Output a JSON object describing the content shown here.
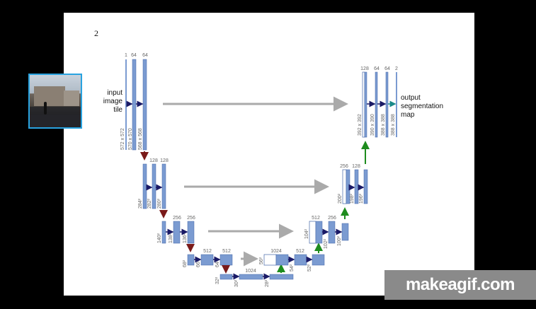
{
  "slide": {
    "number": "2",
    "input_label": [
      "input",
      "image",
      "tile"
    ],
    "output_label": [
      "output",
      "segmentation",
      "map"
    ]
  },
  "watermark": {
    "text": "makeagif.com"
  },
  "colors": {
    "feature_map": "#7b9bd1",
    "feature_map_border": "#4466a8",
    "conv_arrow": "#1a1a66",
    "copy_crop_arrow": "#aaaaaa",
    "max_pool_arrow": "#7a1a1a",
    "up_conv_arrow": "#1e8c1e",
    "conv1x1_arrow": "#1a8a8a",
    "photo_border": "#29a3e0"
  },
  "diagram": {
    "channels": {
      "l1": [
        "1",
        "64",
        "64"
      ],
      "l2": [
        "128",
        "128"
      ],
      "l3": [
        "256",
        "256"
      ],
      "l4": [
        "512",
        "512"
      ],
      "bottom": [
        "1024"
      ],
      "r4": [
        "1024",
        "512"
      ],
      "r3": [
        "512",
        "256"
      ],
      "r2": [
        "256",
        "128"
      ],
      "r1": [
        "128",
        "64",
        "64",
        "2"
      ]
    },
    "sizes": {
      "l1": [
        "572 x 572",
        "570 x 570",
        "568 x 568"
      ],
      "l2": [
        "284²",
        "282²",
        "280²"
      ],
      "l3": [
        "140²",
        "138²",
        "136²"
      ],
      "l4": [
        "68²",
        "66²",
        "64²"
      ],
      "bottom": [
        "32²",
        "30²",
        "28²"
      ],
      "r4": [
        "56²",
        "54²",
        "52²"
      ],
      "r3": [
        "104²",
        "102²",
        "100²"
      ],
      "r2": [
        "200²",
        "198²",
        "196²"
      ],
      "r1": [
        "392 x 392",
        "390 x 390",
        "388 x 388",
        "388 x 388"
      ]
    }
  }
}
